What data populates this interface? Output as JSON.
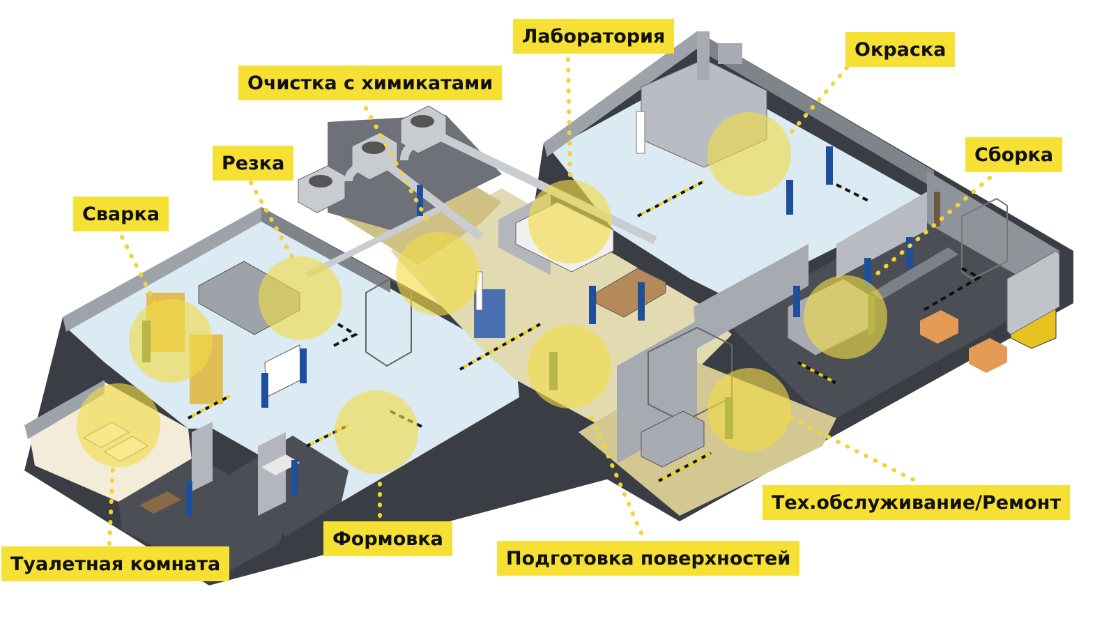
{
  "colors": {
    "label_bg": "#f5e033",
    "label_text": "#111111",
    "wall_gray": "#8f949b",
    "wall_dark": "#3a3e44",
    "floor_light": "#dbeaf3",
    "floor_dark": "#4b4f55",
    "floor_tan": "#d8cd9c",
    "hotspot": "#f2dc45",
    "hazard_stripe": "#f5d400"
  },
  "zones": [
    {
      "id": "laboratory",
      "label": "Лаборатория"
    },
    {
      "id": "painting",
      "label": "Окраска"
    },
    {
      "id": "chemical-cleaning",
      "label": "Очистка с химикатами"
    },
    {
      "id": "cutting",
      "label": "Резка"
    },
    {
      "id": "assembly",
      "label": "Сборка"
    },
    {
      "id": "welding",
      "label": "Сварка"
    },
    {
      "id": "maintenance",
      "label": "Тех.обслуживание/Ремонт"
    },
    {
      "id": "molding",
      "label": "Формовка"
    },
    {
      "id": "surface-prep",
      "label": "Подготовка поверхностей"
    },
    {
      "id": "restroom",
      "label": "Туалетная комната"
    }
  ]
}
